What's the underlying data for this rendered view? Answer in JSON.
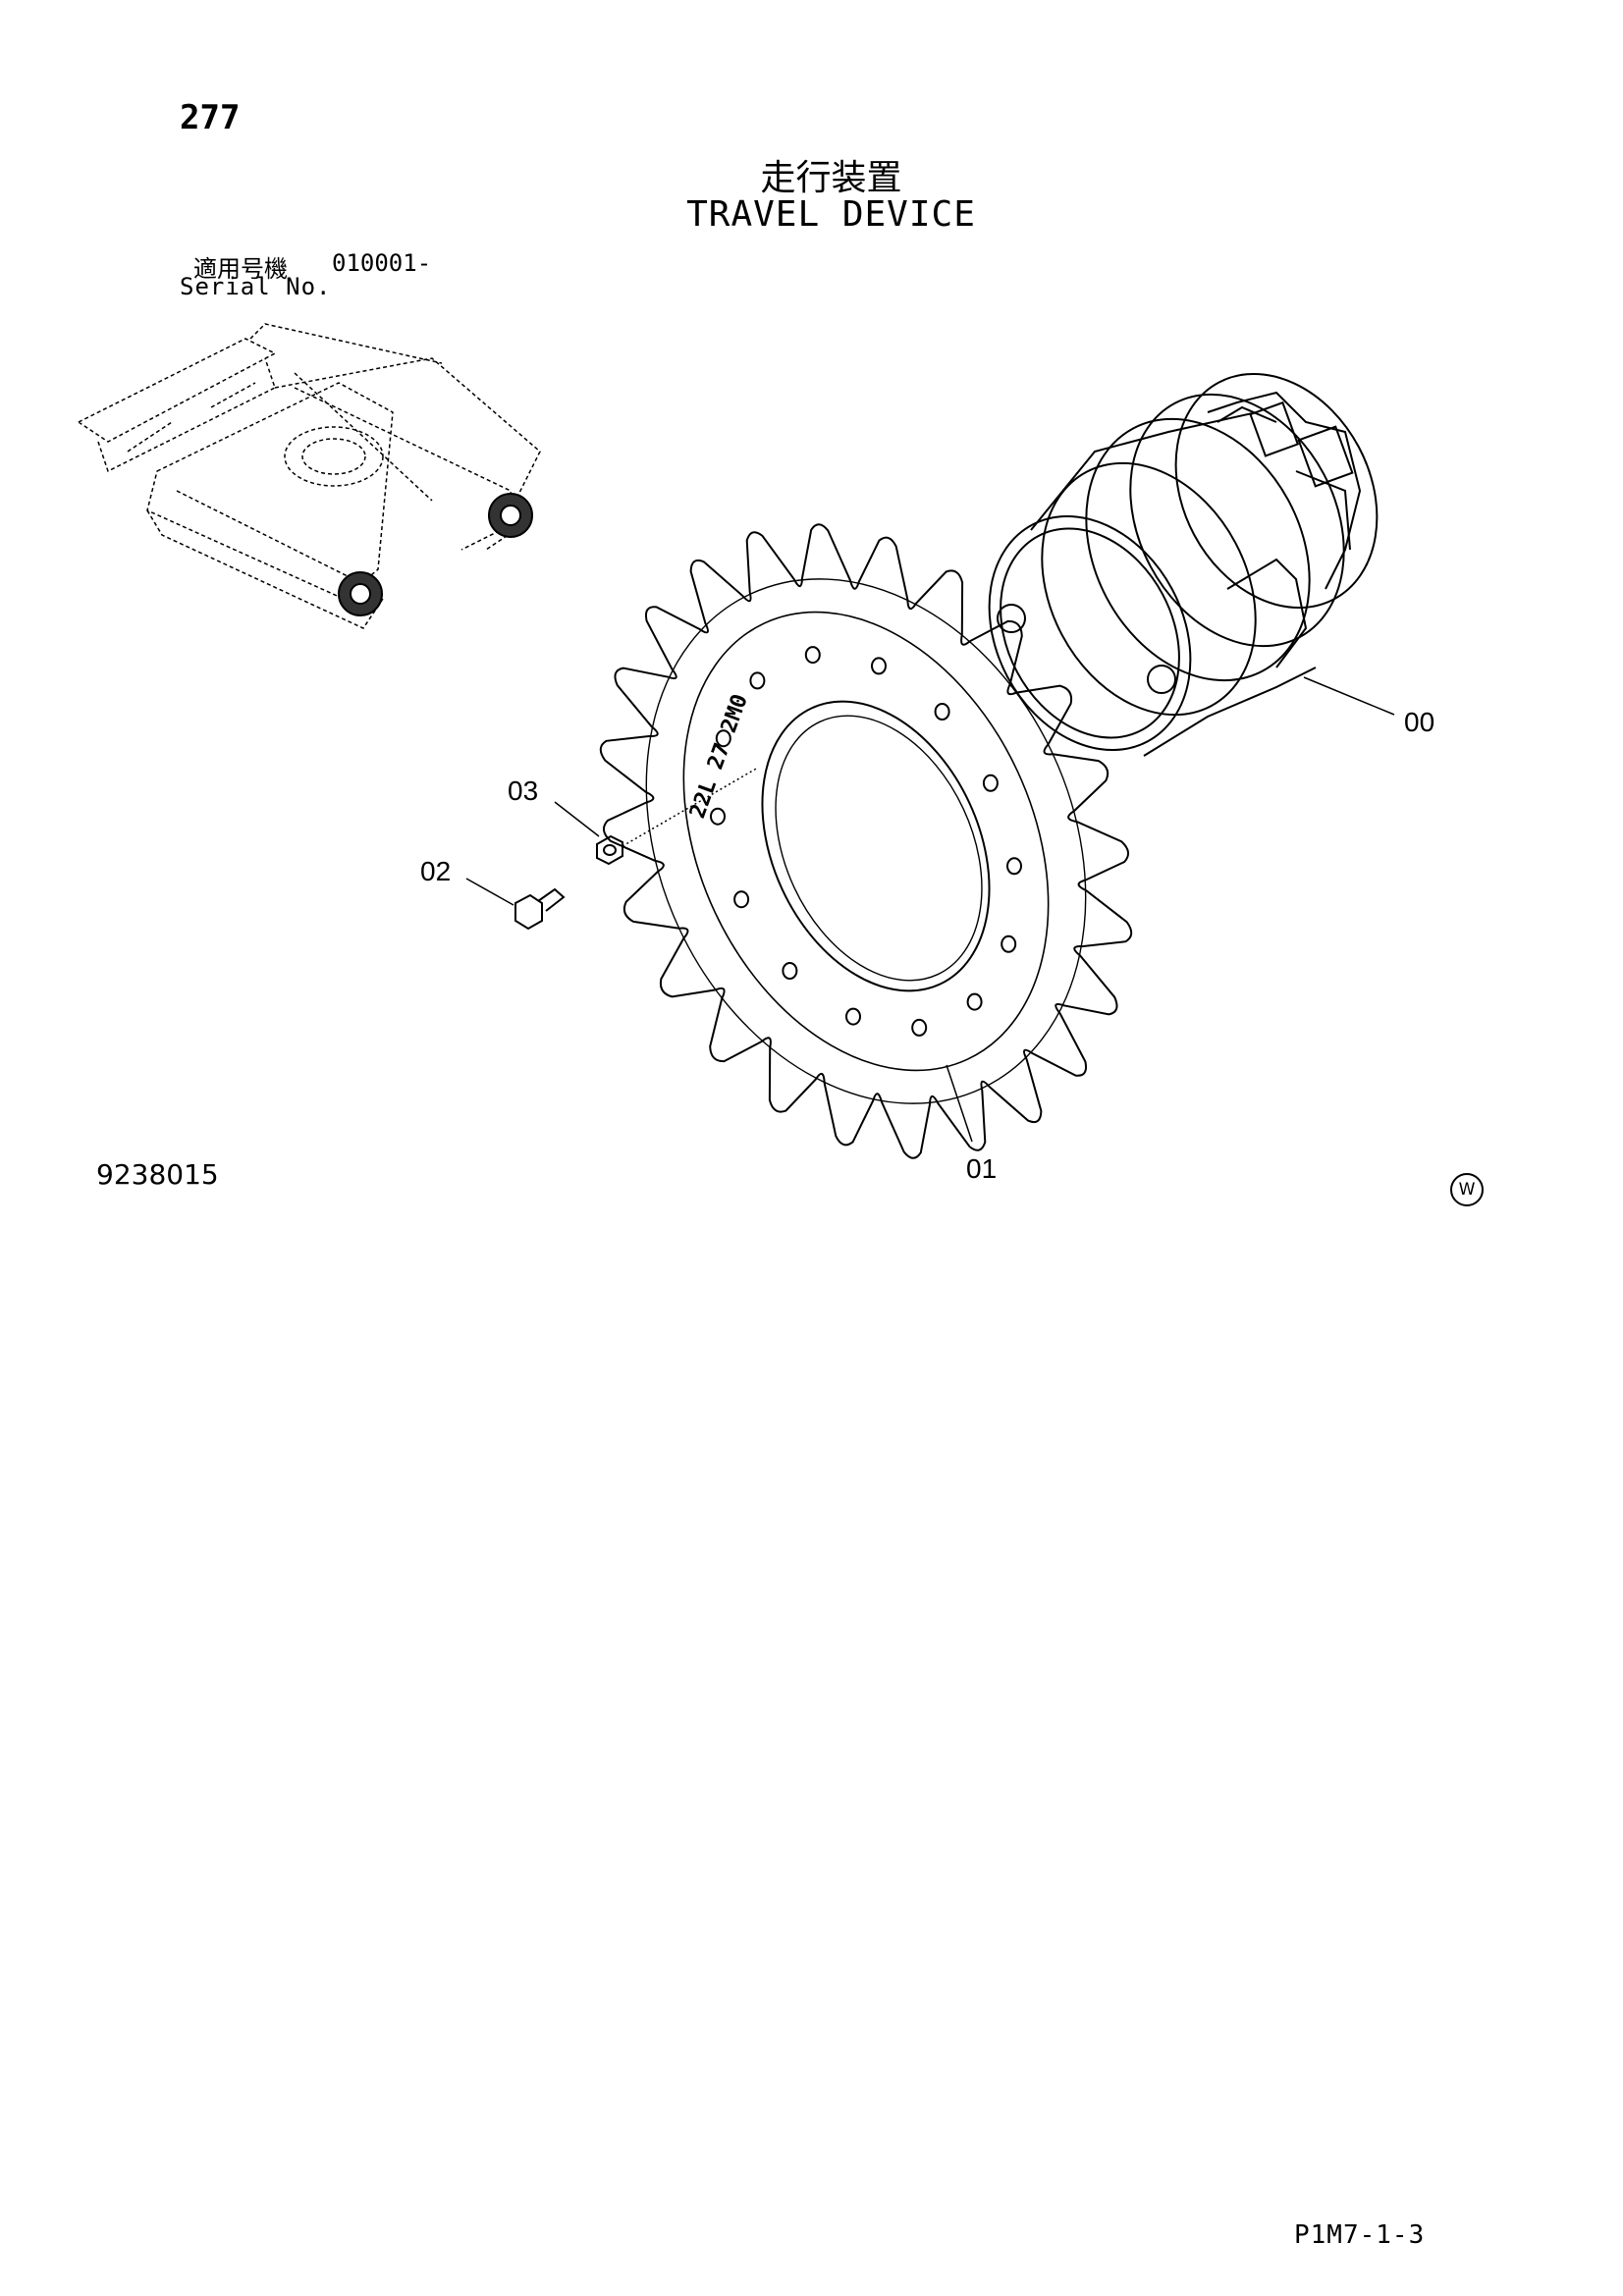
{
  "header": {
    "page_number": "277",
    "title_jp": "走行装置",
    "title_en": "TRAVEL DEVICE",
    "serial_label_jp": "適用号機",
    "serial_value": "010001-",
    "serial_label_en": "Serial No."
  },
  "callouts": {
    "part_00": "00",
    "part_01": "01",
    "part_02": "02",
    "part_03": "03"
  },
  "sprocket_marking": "22L 27 2M0",
  "footer": {
    "drawing_number": "9238015",
    "watermark": "W",
    "page_code": "P1M7-1-3"
  }
}
